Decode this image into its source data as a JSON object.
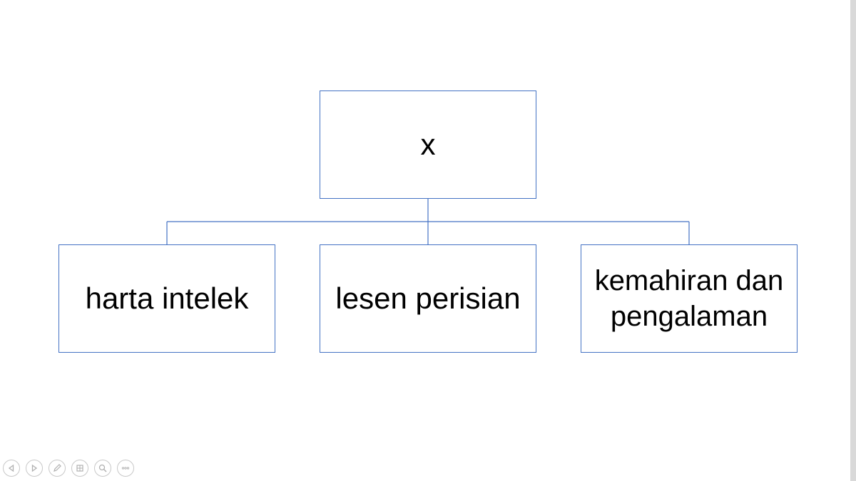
{
  "diagram": {
    "root": {
      "label": "x"
    },
    "children": [
      {
        "label": "harta intelek"
      },
      {
        "label": "lesen perisian"
      },
      {
        "label": "kemahiran dan pengalaman"
      }
    ],
    "line_color": "#4472c4",
    "text_color": "#000000"
  },
  "toolbar": {
    "icons": [
      "previous-slide-icon",
      "next-slide-icon",
      "pen-icon",
      "slide-grid-icon",
      "zoom-icon",
      "more-options-icon"
    ]
  }
}
